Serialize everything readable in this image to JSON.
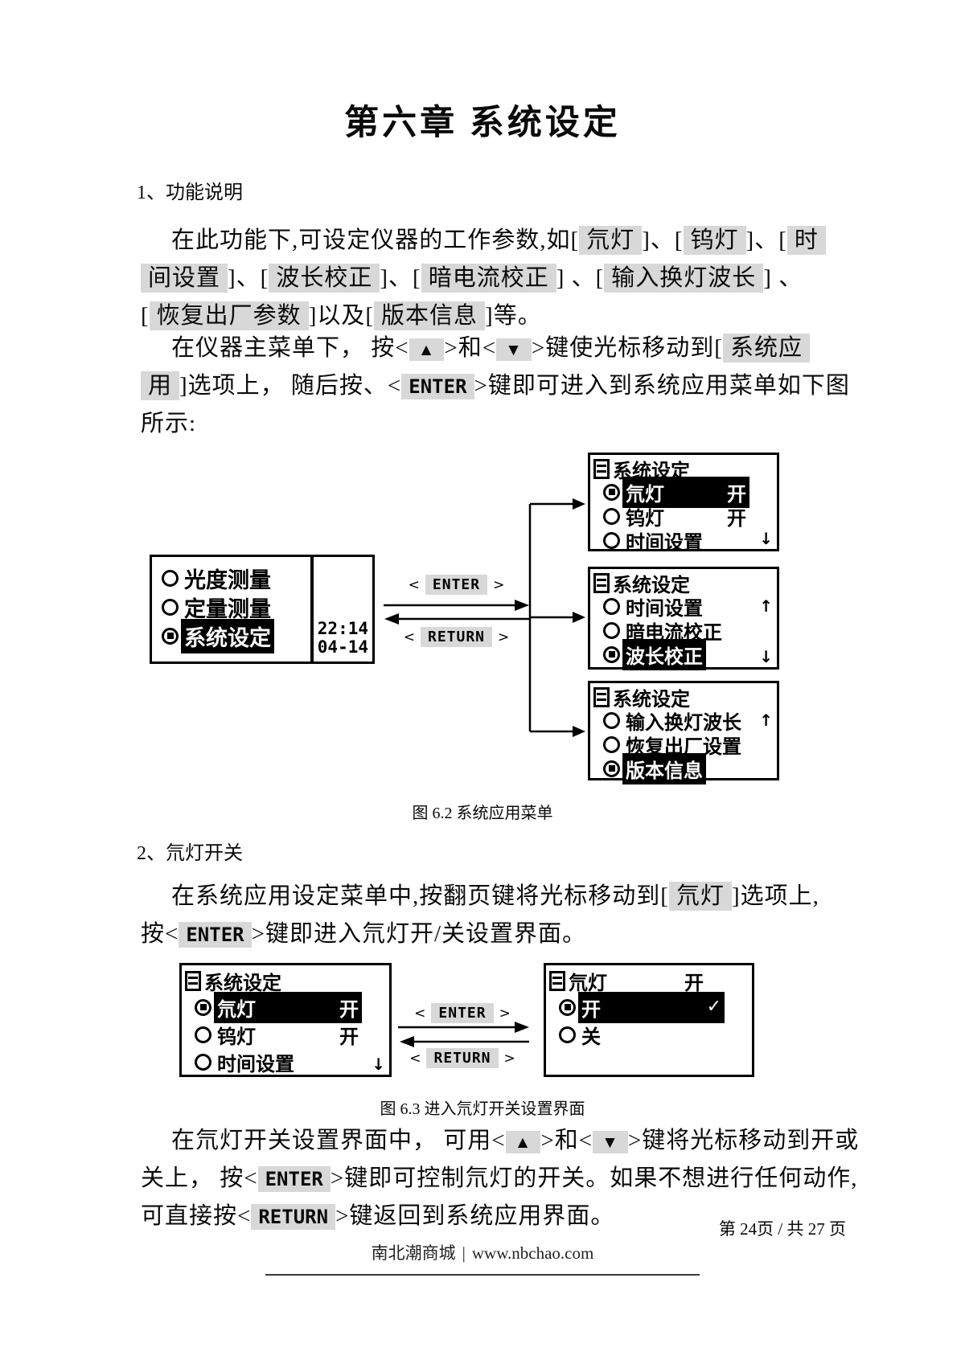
{
  "doc": {
    "title": "第六章 系统设定",
    "sections": {
      "s1": {
        "heading": "1、功能说明"
      },
      "s2": {
        "heading": "2、氘灯开关"
      }
    },
    "para1": [
      [
        {
          "t": "在此功能下,可设定仪器的工作参数,如["
        },
        {
          "t": "氘灯",
          "hl": true
        },
        {
          "t": "]、["
        },
        {
          "t": "钨灯",
          "hl": true
        },
        {
          "t": "]、["
        },
        {
          "t": "时",
          "hl": true
        }
      ],
      [
        {
          "t": "间设置",
          "hl": true
        },
        {
          "t": "]、["
        },
        {
          "t": "波长校正",
          "hl": true
        },
        {
          "t": "]、["
        },
        {
          "t": "暗电流校正",
          "hl": true
        },
        {
          "t": "] 、["
        },
        {
          "t": "输入换灯波长",
          "hl": true
        },
        {
          "t": "] 、"
        }
      ],
      [
        {
          "t": "["
        },
        {
          "t": "恢复出厂参数",
          "hl": true
        },
        {
          "t": "]以及["
        },
        {
          "t": "版本信息",
          "hl": true
        },
        {
          "t": "]等。"
        }
      ]
    ],
    "para2": [
      [
        {
          "t": "在仪器主菜单下， 按<"
        },
        {
          "t": "▲",
          "hl": true,
          "tri": true
        },
        {
          "t": ">和<"
        },
        {
          "t": "▼",
          "hl": true,
          "tri": true
        },
        {
          "t": ">键使光标移动到["
        },
        {
          "t": "系统应",
          "hl": true
        }
      ],
      [
        {
          "t": "用",
          "hl": true
        },
        {
          "t": "]选项上， 随后按、<"
        },
        {
          "t": "ENTER",
          "hl": true,
          "key": true
        },
        {
          "t": ">键即可进入到系统应用菜单如下图"
        }
      ],
      [
        {
          "t": "所示:"
        }
      ]
    ],
    "para3": [
      [
        {
          "t": "在系统应用设定菜单中,按翻页键将光标移动到["
        },
        {
          "t": "氘灯",
          "hl": true
        },
        {
          "t": "]选项上,"
        }
      ],
      [
        {
          "t": "按<"
        },
        {
          "t": "ENTER",
          "hl": true,
          "key": true
        },
        {
          "t": ">键即进入氘灯开/关设置界面。"
        }
      ]
    ],
    "para4": [
      [
        {
          "t": "在氘灯开关设置界面中， 可用<"
        },
        {
          "t": "▲",
          "hl": true,
          "tri": true
        },
        {
          "t": ">和<"
        },
        {
          "t": "▼",
          "hl": true,
          "tri": true
        },
        {
          "t": ">键将光标移动到开或"
        }
      ],
      [
        {
          "t": "关上， 按<"
        },
        {
          "t": "ENTER",
          "hl": true,
          "key": true
        },
        {
          "t": ">键即可控制氘灯的开关。如果不想进行任何动作,"
        }
      ],
      [
        {
          "t": "可直接按<"
        },
        {
          "t": "RETURN",
          "hl": true,
          "key": true
        },
        {
          "t": ">键返回到系统应用界面。"
        }
      ]
    ],
    "fig62": {
      "caption": "图 6.2 系统应用菜单",
      "enter_key": {
        "pre": "<",
        "label": "ENTER",
        "post": ">"
      },
      "return_key": {
        "pre": "<",
        "label": "RETURN",
        "post": ">"
      },
      "main_screen": {
        "items": [
          {
            "label": "光度测量",
            "selected": false
          },
          {
            "label": "定量测量",
            "selected": false
          },
          {
            "label": "系统设定",
            "selected": true,
            "inverted": true
          }
        ],
        "time": "22:14",
        "date": "04-14"
      },
      "screens": [
        {
          "title": "系统设定",
          "rows": [
            {
              "selected": true,
              "label": "氘灯",
              "value": "开",
              "inverted": true,
              "full": true
            },
            {
              "selected": false,
              "label": "钨灯",
              "value": "开",
              "full": true
            },
            {
              "selected": false,
              "label": "时间设置"
            }
          ],
          "up": false,
          "down": true
        },
        {
          "title": "系统设定",
          "rows": [
            {
              "selected": false,
              "label": "时间设置"
            },
            {
              "selected": false,
              "label": "暗电流校正"
            },
            {
              "selected": true,
              "label": "波长校正",
              "inverted": true
            }
          ],
          "up": true,
          "down": true
        },
        {
          "title": "系统设定",
          "rows": [
            {
              "selected": false,
              "label": "输入换灯波长"
            },
            {
              "selected": false,
              "label": "恢复出厂设置"
            },
            {
              "selected": true,
              "label": "版本信息",
              "inverted": true
            }
          ],
          "up": true,
          "down": false
        }
      ]
    },
    "fig63": {
      "caption": "图 6.3 进入氘灯开关设置界面",
      "enter_key": {
        "pre": "<",
        "label": "ENTER",
        "post": ">"
      },
      "return_key": {
        "pre": "<",
        "label": "RETURN",
        "post": ">"
      },
      "left_screen": {
        "title": "系统设定",
        "rows": [
          {
            "selected": true,
            "label": "氘灯",
            "value": "开",
            "inverted": true,
            "full": true
          },
          {
            "selected": false,
            "label": "钨灯",
            "value": "开",
            "full": true
          },
          {
            "selected": false,
            "label": "时间设置"
          }
        ],
        "up": false,
        "down": true
      },
      "right_screen": {
        "title": "氘灯",
        "title_value": "开",
        "rows": [
          {
            "selected": true,
            "label": "开",
            "inverted": true,
            "full": true,
            "check": true
          },
          {
            "selected": false,
            "label": "关"
          }
        ],
        "up": false,
        "down": false
      }
    },
    "page_number": "第 24页 / 共 27 页",
    "footer": {
      "brand": "南北潮商城",
      "sep": "|",
      "url": "www.nbchao.com"
    }
  },
  "icons": {
    "up": "↑",
    "down": "↓",
    "check": "✓",
    "triangle_up": "▲",
    "triangle_down": "▼"
  },
  "colors": {
    "highlight": "#d8d8d8",
    "ink": "#000000",
    "footer_rule": "#3a3a3a"
  }
}
